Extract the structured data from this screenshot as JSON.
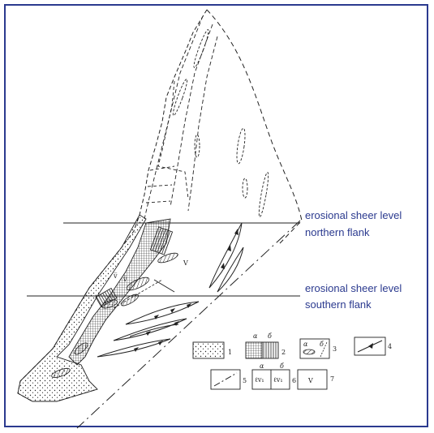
{
  "annotations": {
    "line1_a": "erosional sheer level",
    "line1_b": "northern flank",
    "line2_a": "erosional sheer level",
    "line2_b": "southern flank"
  },
  "map_labels": {
    "v_main": "V",
    "v_small1": "v̅",
    "v_small2": "v̅"
  },
  "legend": {
    "items": [
      {
        "num": "1"
      },
      {
        "num": "2",
        "a": "α",
        "b": "б"
      },
      {
        "num": "3",
        "a": "α",
        "b": "б"
      },
      {
        "num": "4"
      },
      {
        "num": "5"
      },
      {
        "num": "6",
        "a": "α",
        "b": "б",
        "sym_a": "ℓv₁",
        "sym_b": "ℓv₁"
      },
      {
        "num": "7",
        "sym": "V"
      }
    ]
  },
  "colors": {
    "frame": "#2b3a8f",
    "text": "#2b3a8f",
    "ink": "#222222"
  }
}
